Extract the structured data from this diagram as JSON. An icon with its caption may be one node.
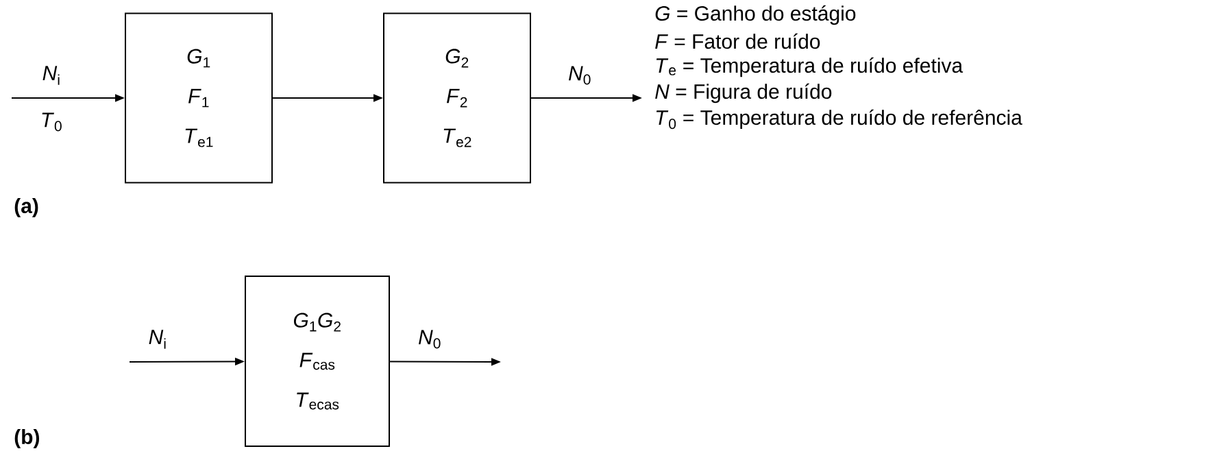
{
  "diagram": {
    "nodes": [
      {
        "text": [
          "*G*$_{1}$",
          "*F*$_{1}$",
          "*T*$_{e1}$"
        ]
      },
      {
        "text": [
          "*G*$_{2}$",
          "*F*$_{2}$",
          "*T*$_{e2}$"
        ]
      },
      {
        "text": [
          "*G*$_{1}$*G*$_{2}$",
          "*F*$_{cas}$",
          "*T*$_{ecas}$"
        ]
      }
    ],
    "edges": [
      {
        "from": null,
        "to": 0,
        "arrow": "to",
        "label": "*N*$_{i}$"
      },
      {
        "from": 0,
        "to": 1,
        "arrow": "to"
      },
      {
        "from": 1,
        "to": null,
        "arrow": "to",
        "label": "*N*$_{0}$"
      },
      {
        "from": null,
        "to": 2,
        "arrow": "to",
        "label": "*N*$_{i}$"
      },
      {
        "from": 2,
        "to": null,
        "arrow": "to",
        "label": "*N*$_{0}$"
      }
    ],
    "labels": [
      "*G* = Ganho do estágio",
      "*F* = Fator de ruído",
      "*T*$_{e}$ = Temperatura de ruído efetiva",
      "*N* = Figura de ruído",
      "*T*$_{0}$",
      "(a)",
      "*T*$_{0}$ = Temperatura de ruído de referência",
      "(b)"
    ]
  }
}
